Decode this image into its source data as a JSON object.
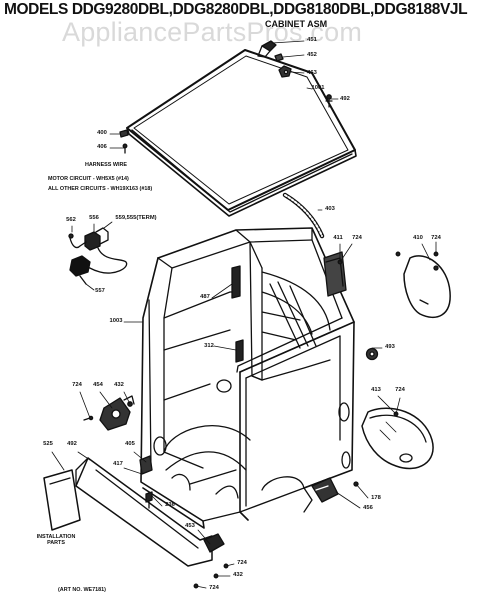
{
  "title": "MODELS DDG9280DBL,DDG8280DBL,DDG8180DBL,DDG8188VJL",
  "subtitle": "CABINET ASM",
  "watermark": "AppliancePartsPros.com",
  "notes": {
    "harness_heading": "HARNESS WIRE",
    "motor_circuit": "MOTOR CIRCUIT - WH5X5 (#14)",
    "other_circuits": "ALL OTHER CIRCUITS - WH19X163 (#18)",
    "installation_parts": "INSTALLATION PARTS",
    "art_number": "(ART NO. WE7181)"
  },
  "part_numbers": {
    "p451": "451",
    "p452": "452",
    "p463": "463",
    "p1001": "1001",
    "p492_top": "492",
    "p400": "400",
    "p406": "406",
    "p403": "403",
    "p562": "562",
    "p556": "556",
    "p559": "559,555(TERM)",
    "p557": "557",
    "p411": "411",
    "p724_a": "724",
    "p410": "410",
    "p724_b": "724",
    "p487": "487",
    "p1003": "1003",
    "p312": "312",
    "p493": "493",
    "p724_c": "724",
    "p454": "454",
    "p432_a": "432",
    "p413": "413",
    "p724_d": "724",
    "p525": "525",
    "p492_bottom": "492",
    "p405": "405",
    "p417": "417",
    "p236": "236",
    "p178": "178",
    "p456": "456",
    "p453": "453",
    "p724_e": "724",
    "p432_b": "432",
    "p724_f": "724"
  }
}
